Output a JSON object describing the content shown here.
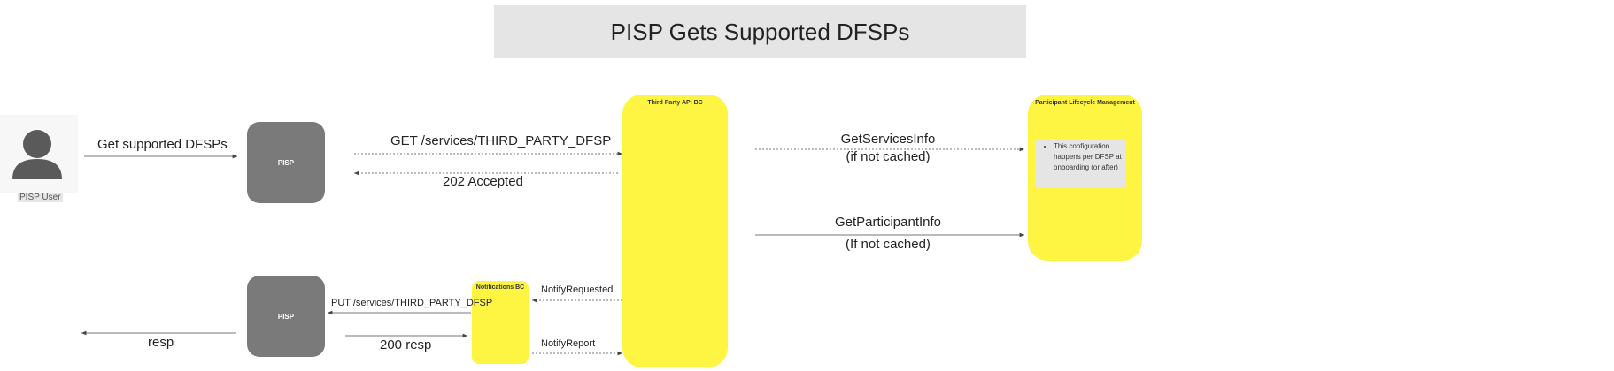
{
  "title": "PISP Gets Supported DFSPs",
  "actors": {
    "user_label": "PISP User"
  },
  "nodes": {
    "pisp_top": "PISP",
    "pisp_bottom": "PISP",
    "third_party": "Third Party API BC",
    "participant": "Participant Lifecycle Management",
    "notifications": "Notifications BC"
  },
  "note": {
    "text": "This configuration happens per DFSP at onboarding (or after)"
  },
  "edges": {
    "get_supported": "Get supported DFSPs",
    "get_services": "GET /services/THIRD_PARTY_DFSP",
    "accepted": "202 Accepted",
    "get_services_info_1": "GetServicesInfo",
    "get_services_info_2": "(if not cached)",
    "get_participant_info_1": "GetParticipantInfo",
    "get_participant_info_2": "(If not cached)",
    "notify_requested": "NotifyRequested",
    "put_services": "PUT /services/THIRD_PARTY_DFSP",
    "notify_report": "NotifyReport",
    "resp_200": "200 resp",
    "resp": "resp"
  },
  "colors": {
    "yellow": "#fdf542",
    "grey_node": "#7a7a7a",
    "title_bg": "#e5e5e5"
  },
  "icons": {
    "user": "person-icon"
  }
}
